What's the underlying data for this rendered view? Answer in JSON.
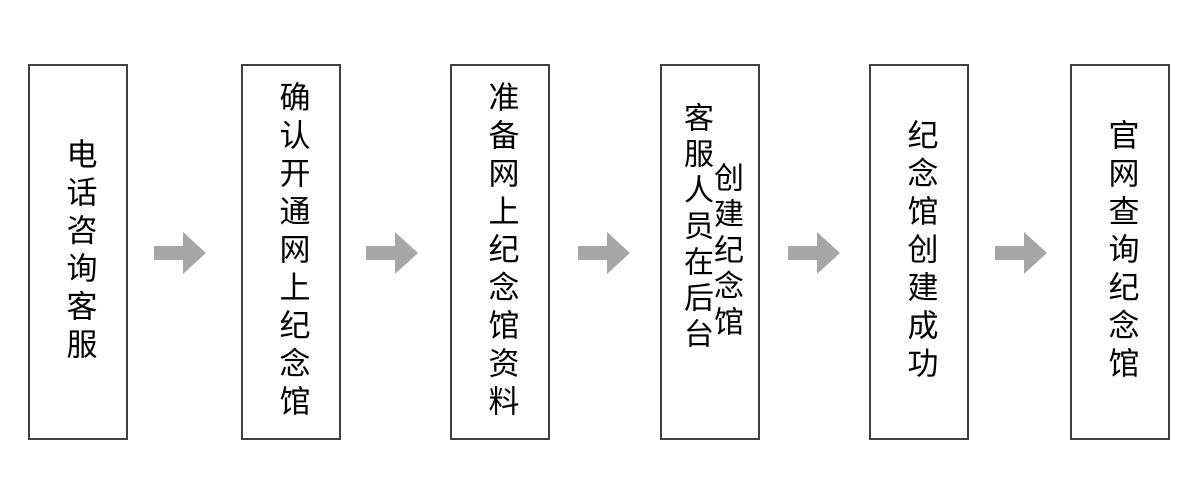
{
  "diagram": {
    "type": "horizontal-process-flow",
    "title": "",
    "orientation": "left-to-right",
    "text_direction": "vertical-rl",
    "colors": {
      "box_border": "#404040",
      "box_fill": "#ffffff",
      "arrow_fill": "#a6a6a6",
      "text": "#000000",
      "background": "#ffffff"
    },
    "steps": [
      {
        "index": 1,
        "label": "电话咨询客服",
        "columns": [
          "电话咨询客服"
        ]
      },
      {
        "index": 2,
        "label": "确认开通网上纪念馆",
        "columns": [
          "确认开通网上纪念馆"
        ]
      },
      {
        "index": 3,
        "label": "准备网上纪念馆资料",
        "columns": [
          "准备网上纪念馆资料"
        ]
      },
      {
        "index": 4,
        "label": "客服人员在后台创建纪念馆",
        "columns": [
          "创建纪念馆",
          "客服人员在后台"
        ]
      },
      {
        "index": 5,
        "label": "纪念馆创建成功",
        "columns": [
          "纪念馆创建成功"
        ]
      },
      {
        "index": 6,
        "label": "官网查询纪念馆",
        "columns": [
          "官网查询纪念馆"
        ]
      }
    ],
    "connectors": [
      {
        "index": 1,
        "from": 1,
        "to": 2,
        "icon": "right-arrow-icon"
      },
      {
        "index": 2,
        "from": 2,
        "to": 3,
        "icon": "right-arrow-icon"
      },
      {
        "index": 3,
        "from": 3,
        "to": 4,
        "icon": "right-arrow-icon"
      },
      {
        "index": 4,
        "from": 4,
        "to": 5,
        "icon": "right-arrow-icon"
      },
      {
        "index": 5,
        "from": 5,
        "to": 6,
        "icon": "right-arrow-icon"
      }
    ]
  }
}
